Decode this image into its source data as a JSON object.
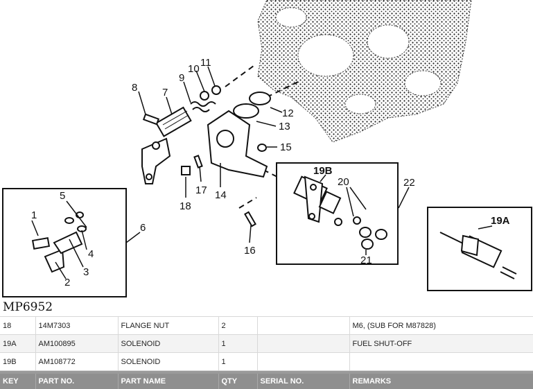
{
  "diagram": {
    "code": "MP6952",
    "callouts": [
      "1",
      "2",
      "3",
      "4",
      "5",
      "6",
      "7",
      "8",
      "9",
      "10",
      "11",
      "12",
      "13",
      "14",
      "15",
      "16",
      "17",
      "18",
      "19A",
      "19B",
      "20",
      "21",
      "22"
    ]
  },
  "table": {
    "headers": [
      "KEY",
      "PART NO.",
      "PART NAME",
      "QTY",
      "SERIAL NO.",
      "REMARKS"
    ],
    "rows": [
      {
        "key": "18",
        "part_no": "14M7303",
        "part_name": "FLANGE NUT",
        "qty": "2",
        "serial_no": "",
        "remarks": "M6, (SUB FOR M87828)"
      },
      {
        "key": "19A",
        "part_no": "AM100895",
        "part_name": "SOLENOID",
        "qty": "1",
        "serial_no": "",
        "remarks": "FUEL SHUT-OFF"
      },
      {
        "key": "19B",
        "part_no": "AM108772",
        "part_name": "SOLENOID",
        "qty": "1",
        "serial_no": "",
        "remarks": ""
      }
    ]
  }
}
